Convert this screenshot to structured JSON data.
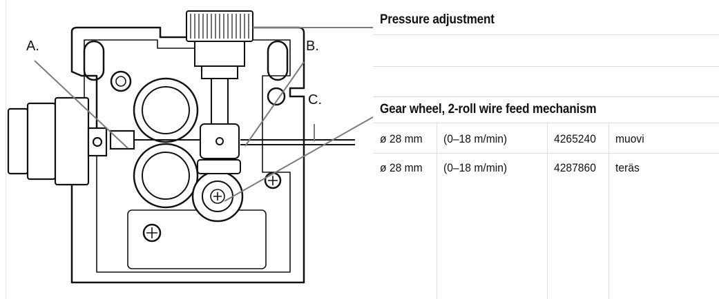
{
  "callouts": {
    "a": "A.",
    "b": "B.",
    "c": "C."
  },
  "sections": {
    "pressure": {
      "title": "Pressure adjustment"
    },
    "gear": {
      "title": "Gear wheel, 2-roll wire feed mechanism",
      "rows": [
        {
          "size": "ø 28 mm",
          "speed": "(0–18 m/min)",
          "code": "4265240",
          "material": "muovi"
        },
        {
          "size": "ø 28 mm",
          "speed": "(0–18 m/min)",
          "code": "4287860",
          "material": "teräs"
        }
      ]
    }
  },
  "colors": {
    "leader": "#7a7a7a",
    "grid": "#dddddd",
    "ink": "#111111"
  }
}
